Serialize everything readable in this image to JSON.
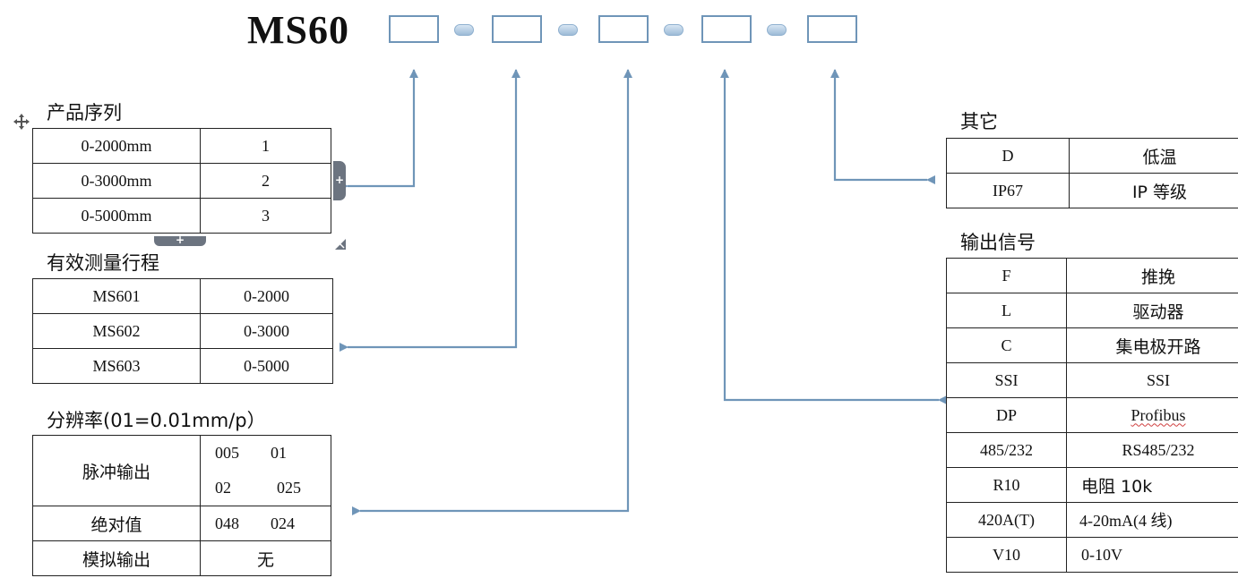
{
  "model_prefix": "MS60",
  "colors": {
    "arrow": "#6f95b8",
    "border": "#222222",
    "slot_border": "#6f95b8"
  },
  "series": {
    "heading": "产品序列",
    "rows": [
      {
        "range": "0-2000mm",
        "code": "1"
      },
      {
        "range": "0-3000mm",
        "code": "2"
      },
      {
        "range": "0-5000mm",
        "code": "3"
      }
    ]
  },
  "stroke": {
    "heading": "有效测量行程",
    "rows": [
      {
        "model": "MS601",
        "range": "0-2000"
      },
      {
        "model": "MS602",
        "range": "0-3000"
      },
      {
        "model": "MS603",
        "range": "0-5000"
      }
    ]
  },
  "resolution": {
    "heading": "分辨率(01=0.01mm/p）",
    "pulse_label": "脉冲输出",
    "pulse_row1": [
      "005",
      "01"
    ],
    "pulse_row2": [
      "02",
      "025"
    ],
    "absolute_label": "绝对值",
    "absolute_values": [
      "048",
      "024"
    ],
    "analog_label": "模拟输出",
    "analog_value": "无"
  },
  "other": {
    "heading": "其它",
    "rows": [
      {
        "code": "D",
        "desc": "低温"
      },
      {
        "code": "IP67",
        "desc": "IP 等级"
      }
    ]
  },
  "output": {
    "heading": "输出信号",
    "rows": [
      {
        "code": "F",
        "desc": "推挽"
      },
      {
        "code": "L",
        "desc": "驱动器"
      },
      {
        "code": "C",
        "desc": "集电极开路"
      },
      {
        "code": "SSI",
        "desc": "SSI"
      },
      {
        "code": "DP",
        "desc": "Profibus"
      },
      {
        "code": "485/232",
        "desc": "RS485/232"
      },
      {
        "code": "R10",
        "desc": "电阻 10k"
      },
      {
        "code": "420A(T)",
        "desc": "4-20mA(4 线)"
      },
      {
        "code": "V10",
        "desc": "0-10V"
      }
    ]
  }
}
